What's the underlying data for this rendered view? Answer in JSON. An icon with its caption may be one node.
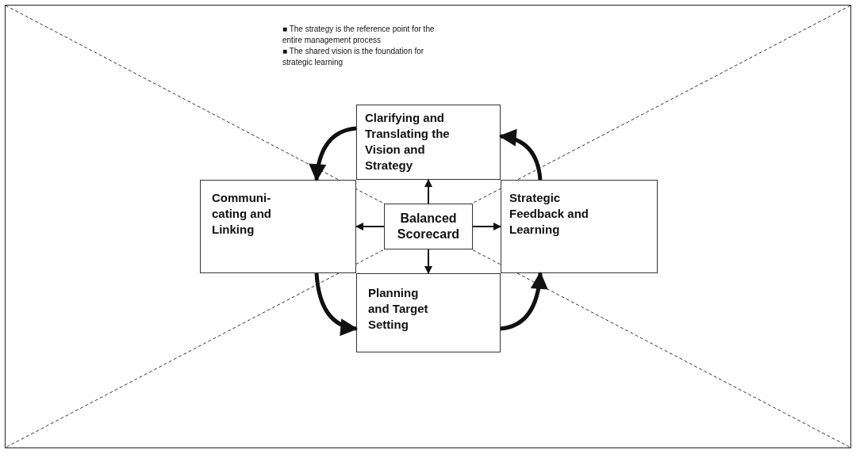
{
  "diagram": {
    "nodes": [
      {
        "text": [
          "Clarifying and Translating the Vision and Strategy"
        ]
      },
      {
        "text": [
          "Communi- cating and Linking"
        ]
      },
      {
        "text": [
          "Balanced Scorecard"
        ]
      },
      {
        "text": [
          "Strategic Feedback and Learning"
        ]
      },
      {
        "text": [
          "Planning and Target Setting"
        ]
      }
    ],
    "edges": [
      {
        "from": 0,
        "to": 1,
        "arrow": "to",
        "style": "thick"
      },
      {
        "from": 1,
        "to": 4,
        "arrow": "to",
        "style": "thick"
      },
      {
        "from": 4,
        "to": 3,
        "arrow": "to",
        "style": "thick"
      },
      {
        "from": 3,
        "to": 0,
        "arrow": "to",
        "style": "thick"
      },
      {
        "from": 2,
        "to": 0,
        "arrow": "to"
      },
      {
        "from": 2,
        "to": 1,
        "arrow": "to"
      },
      {
        "from": 2,
        "to": 3,
        "arrow": "to"
      },
      {
        "from": 2,
        "to": 4,
        "arrow": "to"
      }
    ],
    "labels": [
      "■ The strategy is the reference point for the entire management process",
      "■ The shared vision is the foundation for strategic learning"
    ]
  }
}
